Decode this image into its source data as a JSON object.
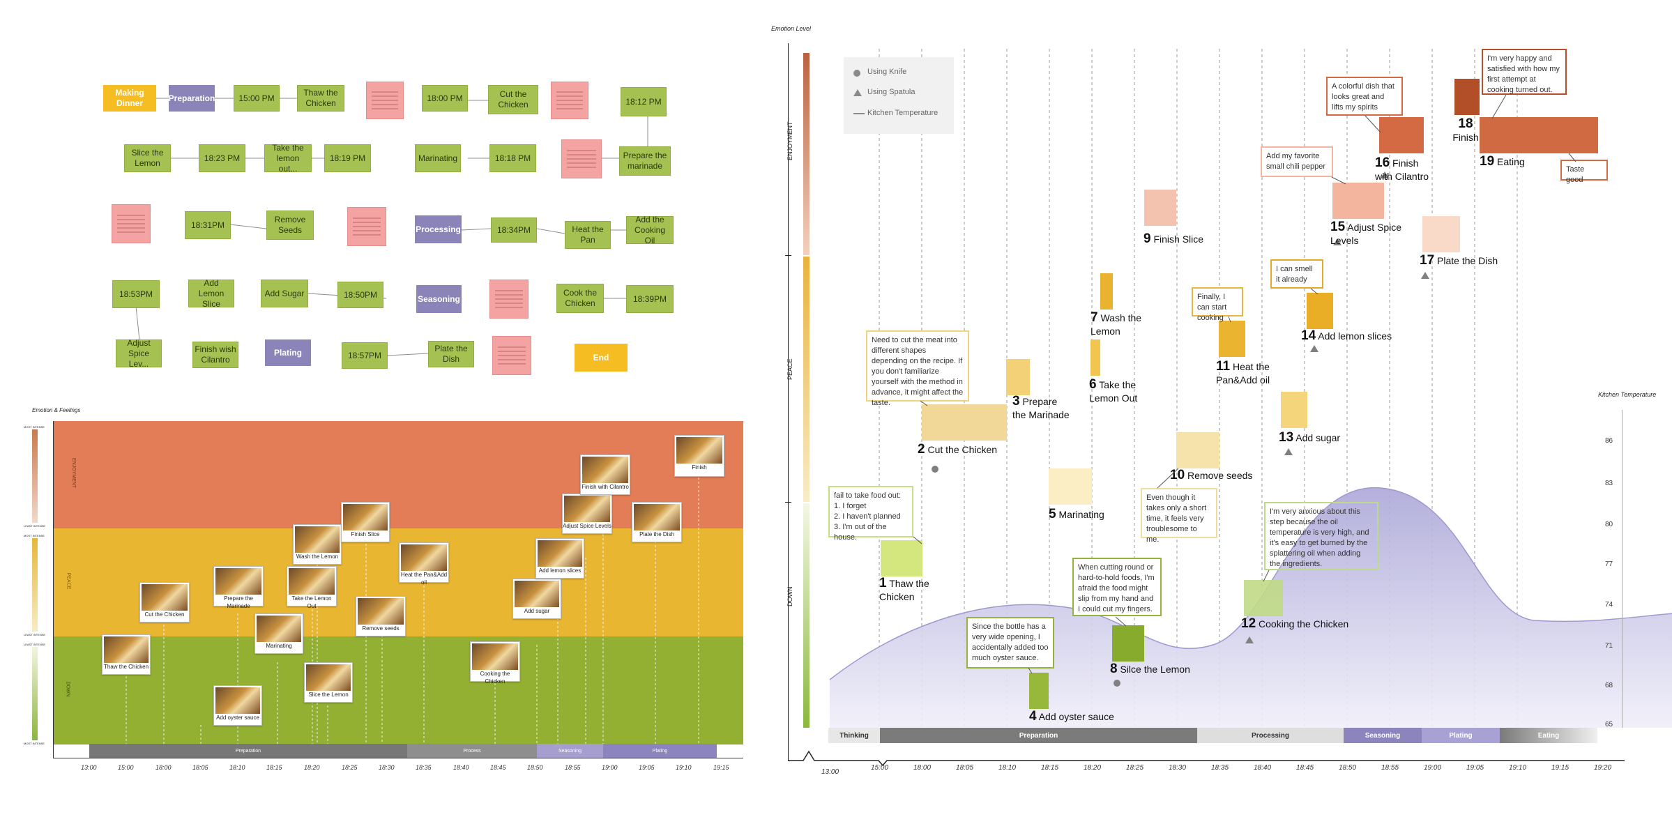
{
  "flowchart": {
    "nodes": [
      {
        "id": "n1",
        "text": "Making Dinner",
        "kind": "yellow"
      },
      {
        "id": "n2",
        "text": "Preparation",
        "kind": "purple"
      },
      {
        "id": "n3",
        "text": "15:00 PM",
        "kind": "green"
      },
      {
        "id": "n4",
        "text": "Thaw the Chicken",
        "kind": "green"
      },
      {
        "id": "n5",
        "text": "18:00 PM",
        "kind": "green"
      },
      {
        "id": "n6",
        "text": "Cut the Chicken",
        "kind": "green"
      },
      {
        "id": "n7",
        "text": "18:12 PM",
        "kind": "green"
      },
      {
        "id": "n8",
        "text": "Slice the Lemon",
        "kind": "green"
      },
      {
        "id": "n9",
        "text": "18:23 PM",
        "kind": "green"
      },
      {
        "id": "n10",
        "text": "Take the lemon out...",
        "kind": "green"
      },
      {
        "id": "n11",
        "text": "18:19 PM",
        "kind": "green"
      },
      {
        "id": "n12",
        "text": "Marinating",
        "kind": "green"
      },
      {
        "id": "n13",
        "text": "18:18 PM",
        "kind": "green"
      },
      {
        "id": "n14",
        "text": "Prepare the marinade",
        "kind": "green"
      },
      {
        "id": "n15",
        "text": "18:31PM",
        "kind": "green"
      },
      {
        "id": "n16",
        "text": "Remove Seeds",
        "kind": "green"
      },
      {
        "id": "n17",
        "text": "Processing",
        "kind": "purple"
      },
      {
        "id": "n18",
        "text": "18:34PM",
        "kind": "green"
      },
      {
        "id": "n19",
        "text": "Heat the Pan",
        "kind": "green"
      },
      {
        "id": "n20",
        "text": "Add the Cooking Oil",
        "kind": "green"
      },
      {
        "id": "n21",
        "text": "18:53PM",
        "kind": "green"
      },
      {
        "id": "n22",
        "text": "Add Lemon Slice",
        "kind": "green"
      },
      {
        "id": "n23",
        "text": "Add Sugar",
        "kind": "green"
      },
      {
        "id": "n24",
        "text": "18:50PM",
        "kind": "green"
      },
      {
        "id": "n25",
        "text": "Seasoning",
        "kind": "purple"
      },
      {
        "id": "n26",
        "text": "Cook the Chicken",
        "kind": "green"
      },
      {
        "id": "n27",
        "text": "18:39PM",
        "kind": "green"
      },
      {
        "id": "n28",
        "text": "Adjust Spice Lev...",
        "kind": "green"
      },
      {
        "id": "n29",
        "text": "Finish wish Cilantro",
        "kind": "green"
      },
      {
        "id": "n30",
        "text": "Plating",
        "kind": "purple"
      },
      {
        "id": "n31",
        "text": "18:57PM",
        "kind": "green"
      },
      {
        "id": "n32",
        "text": "Plate the Dish",
        "kind": "green"
      },
      {
        "id": "n33",
        "text": "End",
        "kind": "yellow"
      }
    ]
  },
  "small_chart": {
    "title": "Emotion & Feelings",
    "bands": [
      "ENJOYMENT",
      "PEACE",
      "DOWN"
    ],
    "scale_labels": [
      "MOST INTENSE",
      "LEAST INTENSE",
      "MOST INTENSE",
      "LEAST INTENSE",
      "LEAST INTENSE",
      "MOST INTENSE"
    ],
    "photos": [
      {
        "caption": "Thaw the Chicken"
      },
      {
        "caption": "Cut the Chicken"
      },
      {
        "caption": "Add oyster sauce"
      },
      {
        "caption": "Prepare the Marinade"
      },
      {
        "caption": "Marinating"
      },
      {
        "caption": "Take the Lemon Out"
      },
      {
        "caption": "Wash the Lemon"
      },
      {
        "caption": "Slice the Lemon"
      },
      {
        "caption": "Finish Slice"
      },
      {
        "caption": "Remove seeds"
      },
      {
        "caption": "Heat the Pan&Add oil"
      },
      {
        "caption": "Cooking the Chicken"
      },
      {
        "caption": "Add sugar"
      },
      {
        "caption": "Add lemon slices"
      },
      {
        "caption": "Adjust Spice Levels"
      },
      {
        "caption": "Finish with Cilantro"
      },
      {
        "caption": "Plate the Dish"
      },
      {
        "caption": "Finish"
      }
    ],
    "phases": [
      "Preparation",
      "Process",
      "Seasoning",
      "Plating"
    ],
    "ticks": [
      "13:00",
      "15:00",
      "18:00",
      "18:05",
      "18:10",
      "18:15",
      "18:20",
      "18:25",
      "18:30",
      "18:35",
      "18:40",
      "18:45",
      "18:50",
      "18:55",
      "19:00",
      "19:05",
      "19:10",
      "19:15"
    ]
  },
  "main_chart": {
    "y_title": "Emotion Level",
    "bands": [
      "ENJOYMENT",
      "PEACE",
      "DOWN"
    ],
    "legend": [
      "Using Knife",
      "Using Spatula",
      "Kitchen Temperature"
    ],
    "temp_title": "Kitchen Temperature",
    "temp_ticks": [
      "86",
      "83",
      "80",
      "77",
      "74",
      "71",
      "68",
      "65"
    ],
    "phases": [
      "Thinking",
      "Preparation",
      "Processing",
      "Seasoning",
      "Plating",
      "Eating"
    ],
    "ticks": [
      "13:00",
      "15:00",
      "18:00",
      "18:05",
      "18:10",
      "18:15",
      "18:20",
      "18:25",
      "18:30",
      "18:35",
      "18:40",
      "18:45",
      "18:50",
      "18:55",
      "19:00",
      "19:05",
      "19:10",
      "19:15",
      "19:20"
    ],
    "steps": [
      {
        "n": "1",
        "label": "Thaw the Chicken"
      },
      {
        "n": "2",
        "label": "Cut the Chicken"
      },
      {
        "n": "3",
        "label": "Prepare the Marinade"
      },
      {
        "n": "4",
        "label": "Add oyster sauce"
      },
      {
        "n": "5",
        "label": "Marinating"
      },
      {
        "n": "6",
        "label": "Take the Lemon Out"
      },
      {
        "n": "7",
        "label": "Wash the Lemon"
      },
      {
        "n": "8",
        "label": "Silce the Lemon"
      },
      {
        "n": "9",
        "label": "Finish Slice"
      },
      {
        "n": "10",
        "label": "Remove seeds"
      },
      {
        "n": "11",
        "label": "Heat the Pan&Add oil"
      },
      {
        "n": "12",
        "label": "Cooking the Chicken"
      },
      {
        "n": "13",
        "label": "Add sugar"
      },
      {
        "n": "14",
        "label": "Add lemon slices"
      },
      {
        "n": "15",
        "label": "Adjust Spice Levels"
      },
      {
        "n": "16",
        "label": "Finish with Cilantro"
      },
      {
        "n": "17",
        "label": "Plate the Dish"
      },
      {
        "n": "18",
        "label": "Finish"
      },
      {
        "n": "19",
        "label": "Eating"
      }
    ],
    "notes": {
      "n1": "fail to take food out:\n1. I forget\n2. I haven't planned\n3. I'm out of the house.",
      "n2": "Need to cut the meat into different shapes depending on the recipe. If you don't familiarize yourself with the method in advance, it might affect the taste.",
      "n4": "Since the bottle has a very wide opening, I accidentally added too much oyster sauce.",
      "n8": "When cutting round or hard-to-hold foods,  I'm afraid the food might slip from my hand and I could cut my fingers.",
      "n10": "Even though it takes only a short time, it feels very troublesome to me.",
      "n11": "Finally, I can start cooking",
      "n12": "I'm very anxious about this step because the oil temperature is very high, and it's easy to get burned by the splattering oil when adding the ingredients.",
      "n14": "I can smell it already",
      "n15": "Add my favorite small chili pepper",
      "n16": "A colorful dish that looks great and lifts my spirits",
      "n18": "I'm very happy and satisfied with how my first attempt at cooking turned out.",
      "n19": "Taste good"
    }
  }
}
